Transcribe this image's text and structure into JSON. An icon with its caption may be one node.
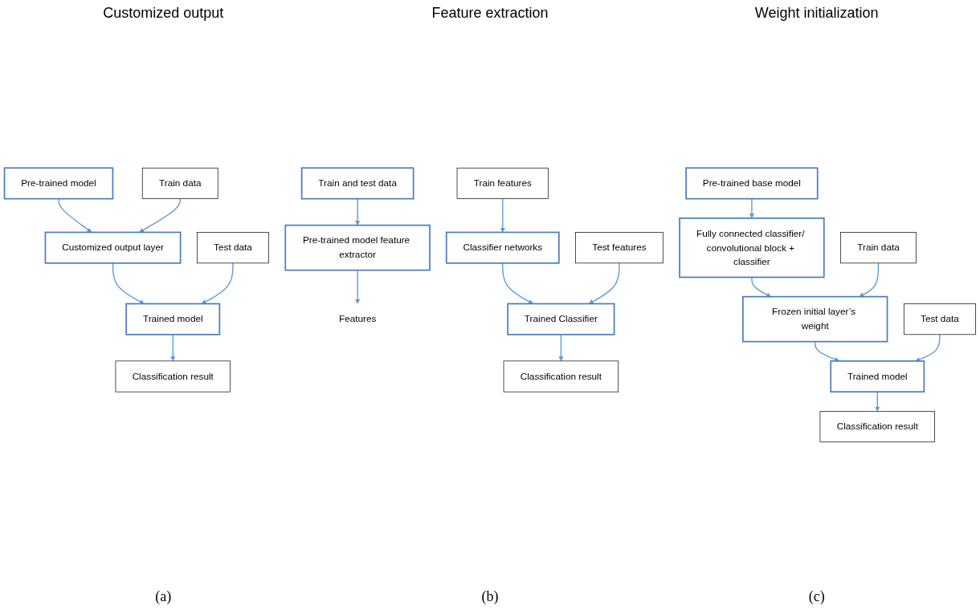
{
  "diagram": {
    "nodes": [
      {
        "text": [
          "Pre-trained model"
        ]
      },
      {
        "text": [
          "Customized output layer"
        ]
      },
      {
        "text": [
          "Train data"
        ]
      },
      {
        "text": [
          "Trained model"
        ]
      },
      {
        "text": [
          "Test data"
        ]
      },
      {
        "text": [
          "Classification result"
        ]
      },
      {
        "text": [
          "Train and test data"
        ]
      },
      {
        "text": [
          "Pre-trained model feature extractor"
        ]
      },
      {
        "text": [
          "Features"
        ]
      },
      {
        "text": [
          "Classifier networks"
        ]
      },
      {
        "text": [
          "Train features"
        ]
      },
      {
        "text": [
          "Trained Classifier"
        ]
      },
      {
        "text": [
          "Test features"
        ]
      },
      {
        "text": [
          "Classification result"
        ]
      },
      {
        "text": [
          "Pre-trained base model"
        ]
      },
      {
        "text": [
          "Fully connected classifier/ convolutional block + classifier"
        ]
      },
      {
        "text": [
          "Frozen initial layer’s weight"
        ]
      },
      {
        "text": [
          "Train data"
        ]
      },
      {
        "text": [
          "Trained model"
        ]
      },
      {
        "text": [
          "Test data"
        ]
      },
      {
        "text": [
          "Classification result"
        ]
      }
    ],
    "edges": [
      {
        "from": 0,
        "to": 1,
        "arrow": "to"
      },
      {
        "from": 2,
        "to": 1,
        "arrow": "to"
      },
      {
        "from": 1,
        "to": 3,
        "arrow": "to"
      },
      {
        "from": 4,
        "to": 3,
        "arrow": "to"
      },
      {
        "from": 3,
        "to": 5,
        "arrow": "to"
      },
      {
        "from": 6,
        "to": 7,
        "arrow": "to"
      },
      {
        "from": 7,
        "to": 8,
        "arrow": "to"
      },
      {
        "from": 10,
        "to": 9,
        "arrow": "to"
      },
      {
        "from": 9,
        "to": 11,
        "arrow": "to"
      },
      {
        "from": 12,
        "to": 11,
        "arrow": "to"
      },
      {
        "from": 11,
        "to": 13,
        "arrow": "to"
      },
      {
        "from": 14,
        "to": 15,
        "arrow": "to"
      },
      {
        "from": 15,
        "to": 16,
        "arrow": "to"
      },
      {
        "from": 17,
        "to": 16,
        "arrow": "to"
      },
      {
        "from": 16,
        "to": 18,
        "arrow": "to"
      },
      {
        "from": 19,
        "to": 18,
        "arrow": "to"
      },
      {
        "from": 18,
        "to": 20,
        "arrow": "to"
      }
    ],
    "labels": [
      "Customized output",
      "Feature extraction",
      "Weight initialization",
      "(a)",
      "(b)",
      "(c)"
    ]
  }
}
